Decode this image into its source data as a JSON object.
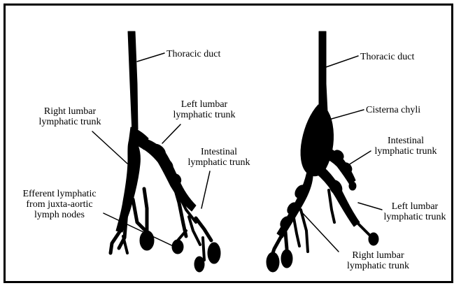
{
  "diagram": {
    "left": {
      "labels": {
        "thoracic_duct": "Thoracic duct",
        "right_lumbar_1": "Right lumbar",
        "right_lumbar_2": "lymphatic trunk",
        "left_lumbar_1": "Left lumbar",
        "left_lumbar_2": "lymphatic trunk",
        "intestinal_1": "Intestinal",
        "intestinal_2": "lymphatic trunk",
        "efferent_1": "Efferent lymphatic",
        "efferent_2": "from juxta-aortic",
        "efferent_3": "lymph nodes"
      }
    },
    "right": {
      "labels": {
        "thoracic_duct": "Thoracic duct",
        "cisterna_chyli": "Cisterna chyli",
        "intestinal_1": "Intestinal",
        "intestinal_2": "lymphatic trunk",
        "left_lumbar_1": "Left lumbar",
        "left_lumbar_2": "lymphatic trunk",
        "right_lumbar_1": "Right lumbar",
        "right_lumbar_2": "lymphatic trunk"
      }
    },
    "colors": {
      "ink": "#000000",
      "background": "#ffffff"
    }
  }
}
